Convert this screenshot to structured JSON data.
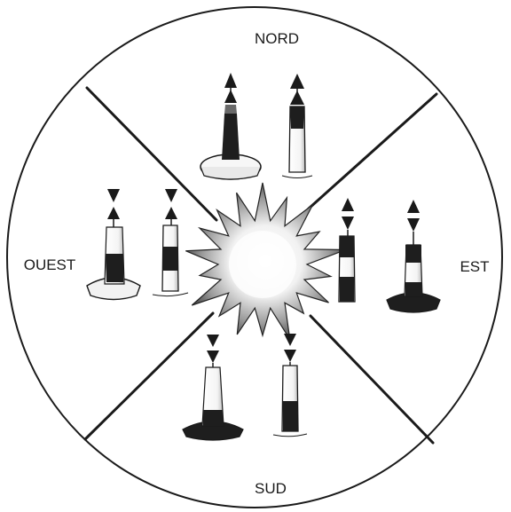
{
  "labels": {
    "north": "NORD",
    "east": "EST",
    "south": "SUD",
    "west": "OUEST"
  },
  "colors": {
    "ink": "#1a1a1a",
    "paper": "#ffffff",
    "shade": "#888888"
  },
  "icons": {
    "center": "danger-star-icon",
    "marks": [
      "north-cardinal-buoy-icon",
      "east-cardinal-buoy-icon",
      "south-cardinal-buoy-icon",
      "west-cardinal-buoy-icon"
    ]
  }
}
